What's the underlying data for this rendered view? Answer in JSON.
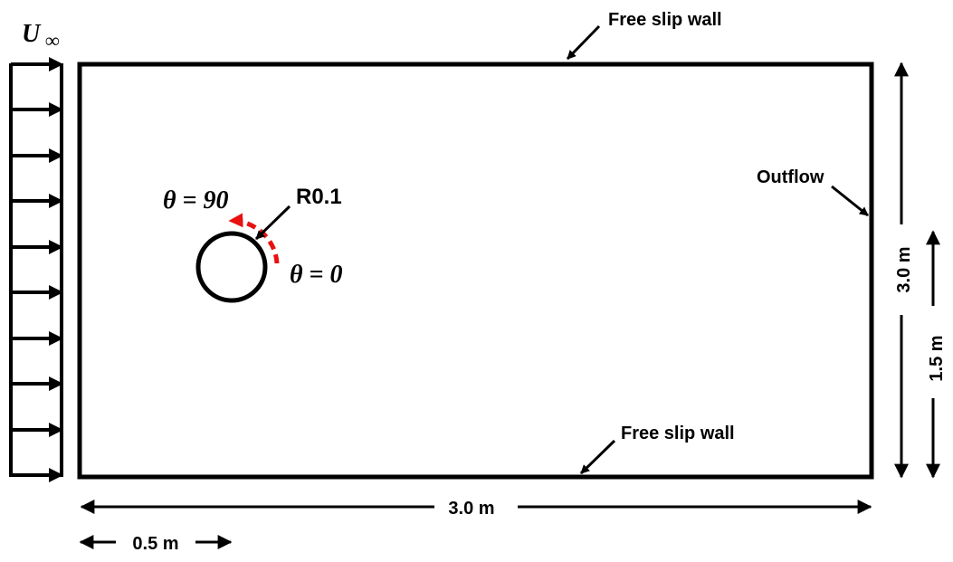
{
  "labels": {
    "inflow_symbol": "U",
    "inflow_subscript": "∞",
    "top_wall": "Free slip wall",
    "bottom_wall": "Free slip wall",
    "outflow": "Outflow",
    "radius": "R0.1",
    "theta_90": "θ = 90",
    "theta_0": "θ = 0",
    "domain_length": "3.0 m",
    "domain_height": "3.0 m",
    "center_height": "1.5 m",
    "center_offset": "0.5 m"
  },
  "colors": {
    "stroke": "#000000",
    "angle_arc": "#e81010",
    "background": "#ffffff"
  }
}
